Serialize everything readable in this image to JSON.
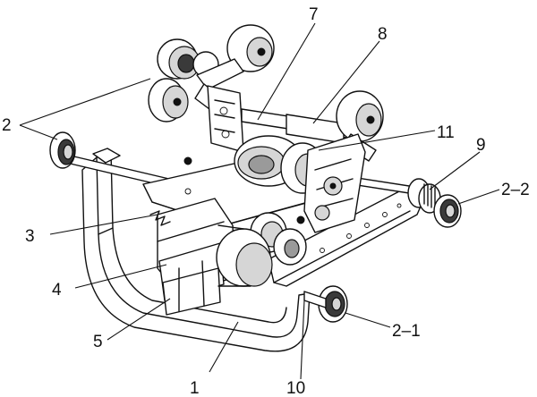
{
  "callouts": {
    "c1": "1",
    "c2": "2",
    "c2_1": "2–1",
    "c2_2": "2–2",
    "c3": "3",
    "c4": "4",
    "c5": "5",
    "c7": "7",
    "c8": "8",
    "c9": "9",
    "c10": "10",
    "c11": "11"
  }
}
